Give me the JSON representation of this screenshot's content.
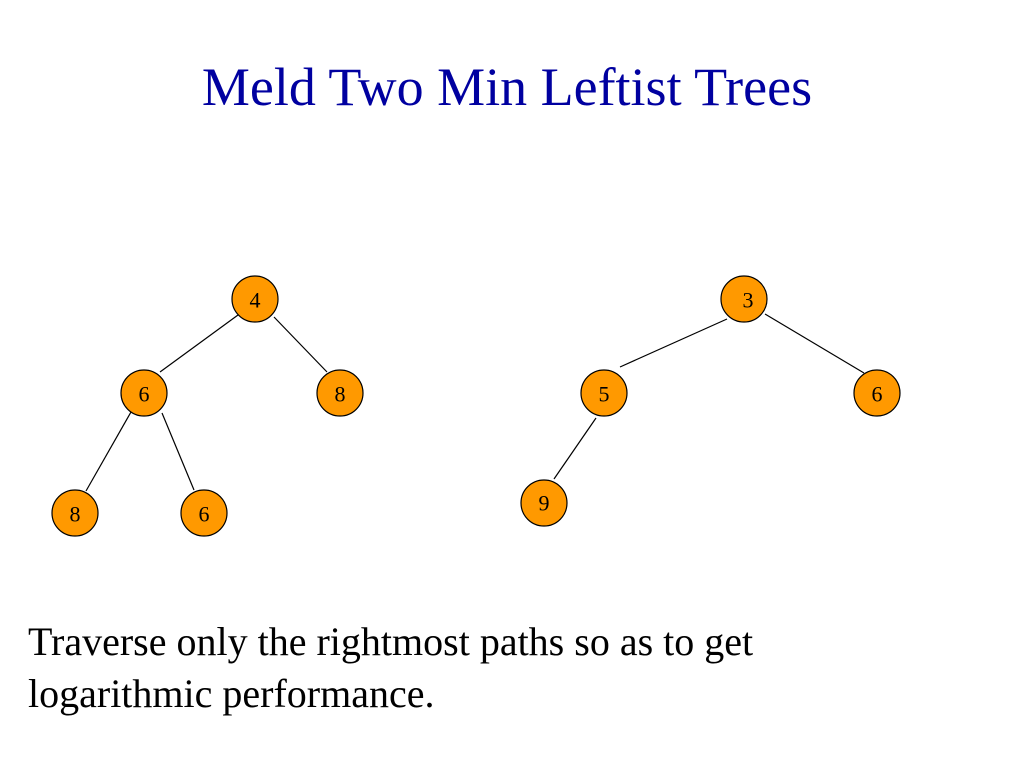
{
  "title": "Meld Two Min Leftist Trees",
  "trees": [
    {
      "nodes": [
        "4",
        "6",
        "8",
        "8",
        "6"
      ]
    },
    {
      "nodes": [
        "3",
        "5",
        "6",
        "9"
      ]
    }
  ],
  "caption": {
    "line1": "Traverse only the rightmost paths so as to get",
    "line2": "logarithmic performance."
  },
  "colors": {
    "title": "#0000a0",
    "node_fill": "#ff9900",
    "node_stroke": "#000000",
    "edge": "#000000"
  }
}
